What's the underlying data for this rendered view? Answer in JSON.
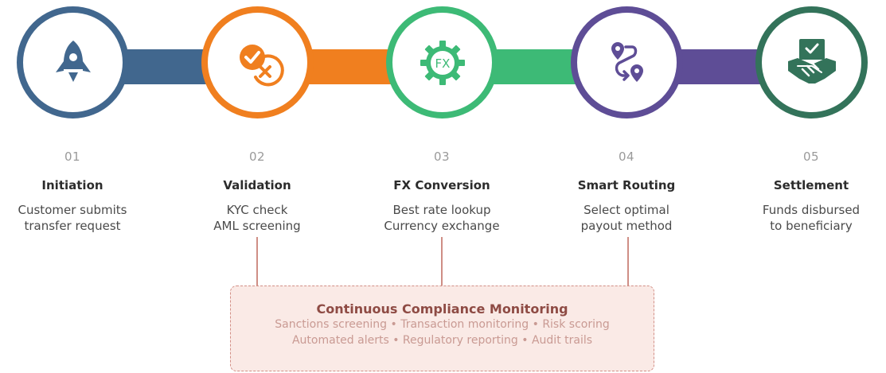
{
  "colors": {
    "step1": "#41678e",
    "step2": "#f07f1f",
    "step3": "#3dba76",
    "step4": "#5e4d96",
    "step5": "#33735a",
    "compliance_border": "#d28f86",
    "compliance_bg": "#faeae6"
  },
  "steps": [
    {
      "number": "01",
      "title": "Initiation",
      "desc": [
        "Customer submits",
        "transfer request"
      ],
      "icon": "rocket-icon"
    },
    {
      "number": "02",
      "title": "Validation",
      "desc": [
        "KYC check",
        "AML screening"
      ],
      "icon": "check-cross-icon"
    },
    {
      "number": "03",
      "title": "FX Conversion",
      "desc": [
        "Best rate lookup",
        "Currency exchange"
      ],
      "icon": "fx-gear-icon",
      "icon_text": "FX"
    },
    {
      "number": "04",
      "title": "Smart Routing",
      "desc": [
        "Select optimal",
        "payout method"
      ],
      "icon": "route-icon"
    },
    {
      "number": "05",
      "title": "Settlement",
      "desc": [
        "Funds disbursed",
        "to beneficiary"
      ],
      "icon": "handshake-icon"
    }
  ],
  "compliance": {
    "title": "Continuous Compliance Monitoring",
    "lines": [
      "Sanctions screening • Transaction monitoring • Risk scoring",
      "Automated alerts • Regulatory reporting • Audit trails"
    ]
  }
}
